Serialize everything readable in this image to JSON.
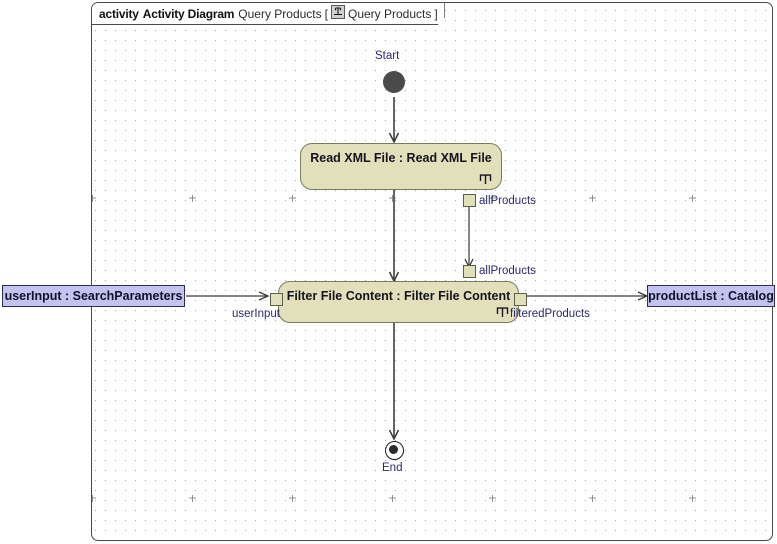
{
  "frame": {
    "keyword": "activity",
    "diagram_kind": "Activity Diagram",
    "diagram_name": "Query Products",
    "bracket_open": "[",
    "bracket_close": "]",
    "behavior_icon": "activity-behavior-icon",
    "behavior_name": "Query Products"
  },
  "nodes": {
    "initial": {
      "label": "Start",
      "icon": "initial-node-icon"
    },
    "final": {
      "label": "End",
      "icon": "activity-final-node-icon"
    },
    "read_xml": {
      "title": "Read XML File : Read XML File",
      "rake_icon": "call-behavior-rake-icon"
    },
    "filter_file": {
      "title": "Filter File Content : Filter File Content",
      "rake_icon": "call-behavior-rake-icon"
    }
  },
  "pins": {
    "read_xml_out": {
      "label": "allProducts"
    },
    "filter_in_top": {
      "label": "allProducts"
    },
    "filter_in_left": {
      "label": "userInput"
    },
    "filter_out_right": {
      "label": "filteredProducts"
    }
  },
  "object_nodes": {
    "user_input": {
      "label": "userInput : SearchParameters"
    },
    "product_list": {
      "label": "productList : Catalog"
    }
  },
  "colors": {
    "action_fill": "#e2e0bb",
    "action_stroke": "#7a7a5c",
    "object_fill": "#c3c3f0",
    "object_stroke": "#2f2f5c",
    "label_text": "#2a2a6e",
    "frame_stroke": "#4a4a4a",
    "node_black": "#4a4a4a",
    "grid_dot": "#9b9b9b",
    "canvas_bg": "#ffffff"
  }
}
